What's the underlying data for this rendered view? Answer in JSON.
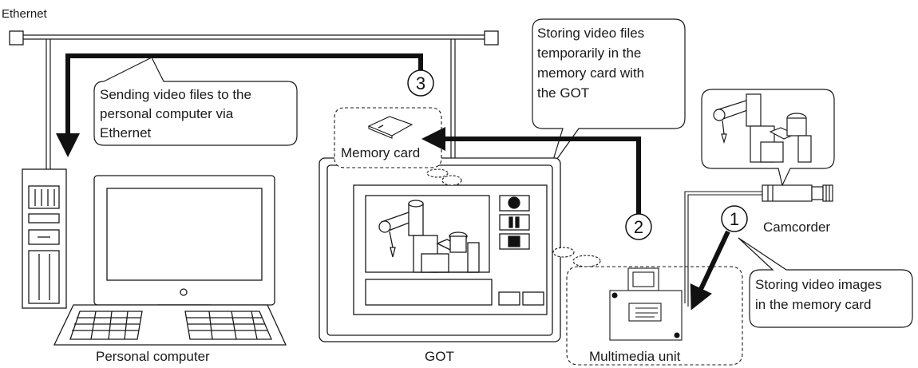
{
  "labels": {
    "ethernet": "Ethernet",
    "memory_card": "Memory card",
    "personal_computer": "Personal computer",
    "got": "GOT",
    "multimedia_unit": "Multimedia unit",
    "camcorder": "Camcorder"
  },
  "callouts": {
    "send_to_pc": [
      "Sending video files to the",
      "personal computer via",
      "Ethernet"
    ],
    "store_temp": [
      "Storing video files",
      "temporarily in the",
      "memory card with",
      "the GOT"
    ],
    "store_images": [
      "Storing video images",
      "in the memory card"
    ]
  },
  "steps": {
    "one": "1",
    "two": "2",
    "three": "3"
  },
  "colors": {
    "line": "#1a1a1a",
    "arrow": "#111111",
    "background": "#ffffff"
  },
  "icons": {
    "pc": "desktop-computer-icon",
    "got": "got-panel-icon",
    "camera": "camcorder-icon",
    "memory_card": "memory-card-icon",
    "multimedia_unit": "multimedia-unit-icon"
  }
}
